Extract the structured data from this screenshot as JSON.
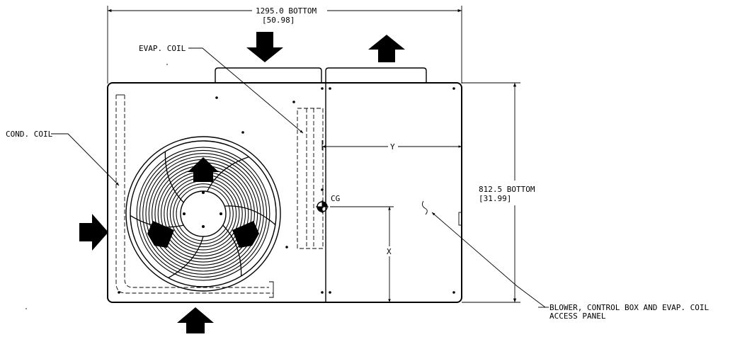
{
  "dimensions": {
    "width_label": "1295.0  BOTTOM",
    "width_inch": "[50.98]",
    "height_label": "812.5   BOTTOM",
    "height_inch": "[31.99]",
    "x_label": "X",
    "y_label": "Y"
  },
  "labels": {
    "evap_coil": "EVAP. COIL",
    "cond_coil": "COND. COIL",
    "cg": "CG",
    "access_panel_line1": "BLOWER, CONTROL BOX AND EVAP. COIL",
    "access_panel_line2": "ACCESS PANEL"
  },
  "colors": {
    "ink": "#000000",
    "paper": "#ffffff"
  }
}
